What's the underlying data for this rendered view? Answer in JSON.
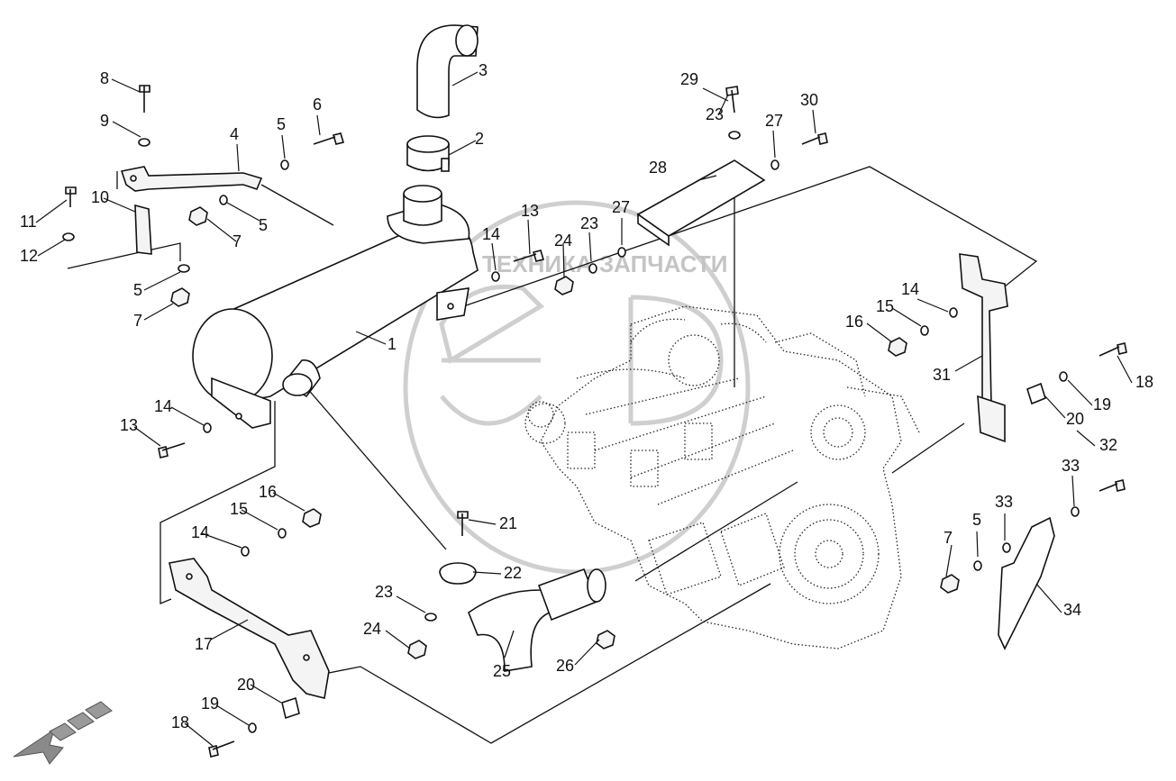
{
  "watermark": {
    "text": "ТЕХНИКА ЗАПЧАСТИ"
  },
  "callouts": [
    "1",
    "2",
    "3",
    "4",
    "5",
    "5",
    "5",
    "5",
    "6",
    "7",
    "7",
    "7",
    "8",
    "9",
    "10",
    "11",
    "12",
    "13",
    "13",
    "14",
    "14",
    "14",
    "14",
    "15",
    "15",
    "16",
    "16",
    "17",
    "18",
    "18",
    "19",
    "19",
    "20",
    "20",
    "21",
    "22",
    "23",
    "23",
    "23",
    "24",
    "24",
    "25",
    "26",
    "27",
    "27",
    "28",
    "29",
    "30",
    "31",
    "32",
    "33",
    "33",
    "34"
  ],
  "icons": [
    "direction-arrow-icon"
  ]
}
